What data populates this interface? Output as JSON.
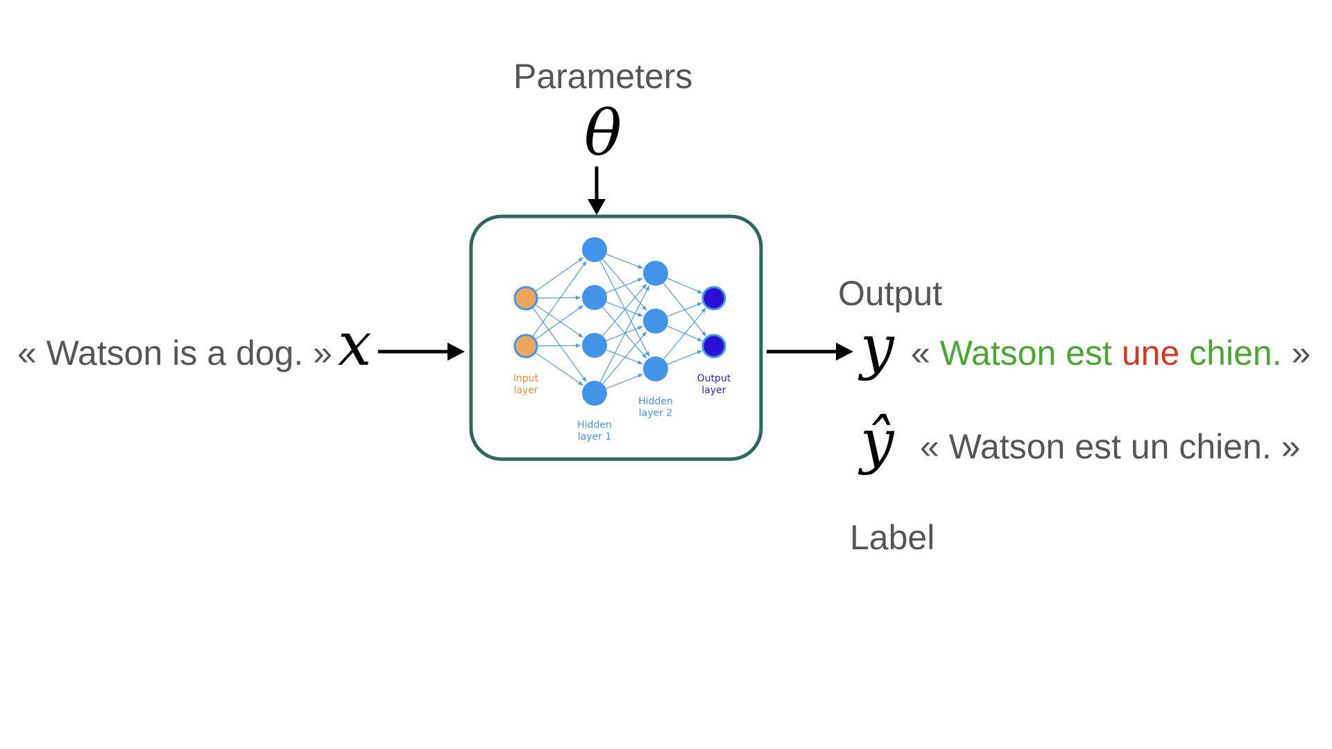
{
  "parameters_label": "Parameters",
  "theta_symbol": "θ",
  "input": {
    "sentence": "« Watson is a dog. »",
    "symbol": "x"
  },
  "output": {
    "label": "Output",
    "symbol": "y",
    "quote_open": "« ",
    "part1": "Watson est ",
    "part2": "une",
    "part3": " chien.",
    "quote_close": " »"
  },
  "label": {
    "symbol": "ŷ",
    "sentence": "« Watson est un chien. »",
    "text": "Label"
  },
  "network": {
    "input_layer": [
      "Input",
      "layer"
    ],
    "hidden_layer_1": [
      "Hidden",
      "layer 1"
    ],
    "hidden_layer_2": [
      "Hidden",
      "layer 2"
    ],
    "output_layer": [
      "Output",
      "layer"
    ]
  },
  "colors": {
    "box_border": "#2e6660",
    "input_node": "#eea55e",
    "hidden_node": "#4294e9",
    "output_node": "#2a0fcf",
    "edge": "#4f9be6",
    "green_text": "#4aa832",
    "red_text": "#d23a23",
    "input_label": "#eb8c35",
    "hidden_label": "#4294e9",
    "output_label": "#3a20cc"
  }
}
